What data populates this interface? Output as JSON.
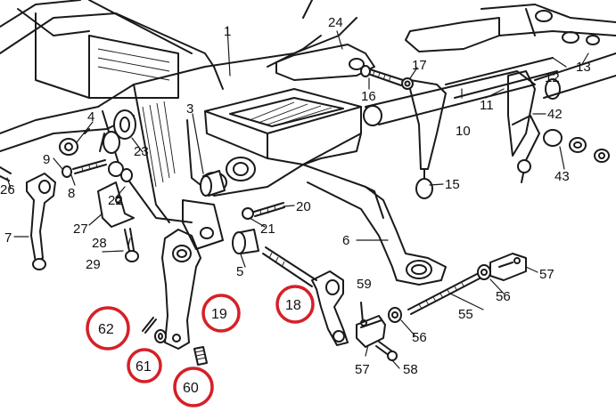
{
  "labels": [
    {
      "id": "1",
      "text": "1"
    },
    {
      "id": "3",
      "text": "3"
    },
    {
      "id": "4",
      "text": "4"
    },
    {
      "id": "5",
      "text": "5"
    },
    {
      "id": "6",
      "text": "6"
    },
    {
      "id": "7",
      "text": "7"
    },
    {
      "id": "8",
      "text": "8"
    },
    {
      "id": "9",
      "text": "9"
    },
    {
      "id": "10",
      "text": "10"
    },
    {
      "id": "11",
      "text": "11"
    },
    {
      "id": "12",
      "text": "12"
    },
    {
      "id": "13",
      "text": "13"
    },
    {
      "id": "15",
      "text": "15"
    },
    {
      "id": "16",
      "text": "16"
    },
    {
      "id": "17",
      "text": "17"
    },
    {
      "id": "20",
      "text": "20"
    },
    {
      "id": "21",
      "text": "21"
    },
    {
      "id": "22",
      "text": "22"
    },
    {
      "id": "23",
      "text": "23"
    },
    {
      "id": "24",
      "text": "24"
    },
    {
      "id": "26",
      "text": "26"
    },
    {
      "id": "27",
      "text": "27"
    },
    {
      "id": "28",
      "text": "28"
    },
    {
      "id": "29",
      "text": "29"
    },
    {
      "id": "42",
      "text": "42"
    },
    {
      "id": "43",
      "text": "43"
    },
    {
      "id": "55",
      "text": "55"
    },
    {
      "id": "56a",
      "text": "56"
    },
    {
      "id": "56b",
      "text": "56"
    },
    {
      "id": "57a",
      "text": "57"
    },
    {
      "id": "57b",
      "text": "57"
    },
    {
      "id": "58",
      "text": "58"
    },
    {
      "id": "59",
      "text": "59"
    }
  ],
  "highlighted": [
    {
      "id": "18",
      "text": "18"
    },
    {
      "id": "19",
      "text": "19"
    },
    {
      "id": "60",
      "text": "60"
    },
    {
      "id": "61",
      "text": "61"
    },
    {
      "id": "62",
      "text": "62"
    }
  ],
  "colors": {
    "line": "#1a1a1a",
    "highlight": "#d62027",
    "background": "#ffffff"
  }
}
